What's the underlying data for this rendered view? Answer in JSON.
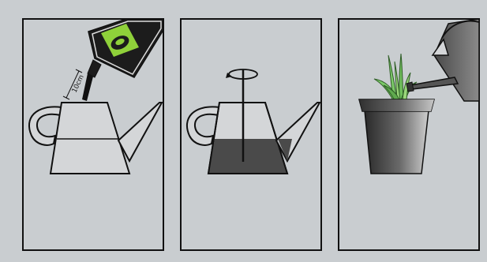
{
  "figure": {
    "panels": [
      {
        "id": "panel-1",
        "step": "add-fertilizer-to-water"
      },
      {
        "id": "panel-2",
        "step": "stir-solution"
      },
      {
        "id": "panel-3",
        "step": "water-plant"
      }
    ],
    "measurement_label": "10cm",
    "colors": {
      "background": "#c9cdd0",
      "panel_fill": "#c9cdd0",
      "stroke": "#111111",
      "can_body": "#d4d6d8",
      "solution": "#4a4a4a",
      "bag": "#1c1c1c",
      "bag_label": "#8fd13a",
      "plant": "#7cc96a"
    },
    "icons": [
      "watering-can-icon",
      "fertilizer-bag-icon",
      "stir-rod-icon",
      "rotation-arrow-icon",
      "flower-pot-icon",
      "plant-icon"
    ]
  }
}
